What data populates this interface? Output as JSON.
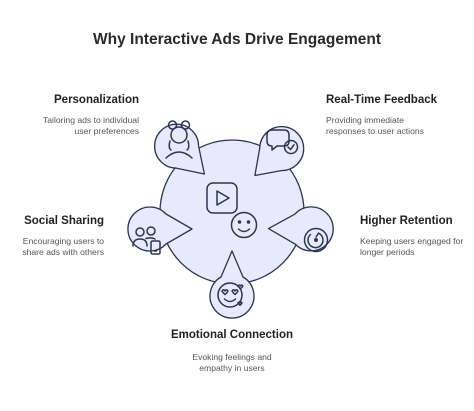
{
  "title": "Why Interactive Ads Drive Engagement",
  "center": {
    "icons": [
      "play-video-icon",
      "smiley-face-icon"
    ]
  },
  "nodes": [
    {
      "heading": "Personalization",
      "description_lines": [
        "Tailoring ads to individual",
        "user preferences"
      ],
      "icon": "female-avatar-icon"
    },
    {
      "heading": "Real-Time Feedback",
      "description_lines": [
        "Providing immediate",
        "responses to user actions"
      ],
      "icon": "chat-check-icon"
    },
    {
      "heading": "Social Sharing",
      "description_lines": [
        "Encouraging users to",
        "share ads with others"
      ],
      "icon": "users-share-icon"
    },
    {
      "heading": "Higher Retention",
      "description_lines": [
        "Keeping users engaged for",
        "longer periods"
      ],
      "icon": "retention-circle-icon"
    },
    {
      "heading": "Emotional Connection",
      "description_lines": [
        "Evoking feelings and",
        "empathy in users"
      ],
      "icon": "love-face-icon"
    }
  ],
  "colors": {
    "fill": "#e6eafa",
    "stroke": "#2d3552",
    "text": "#222222",
    "muted": "#555555"
  }
}
